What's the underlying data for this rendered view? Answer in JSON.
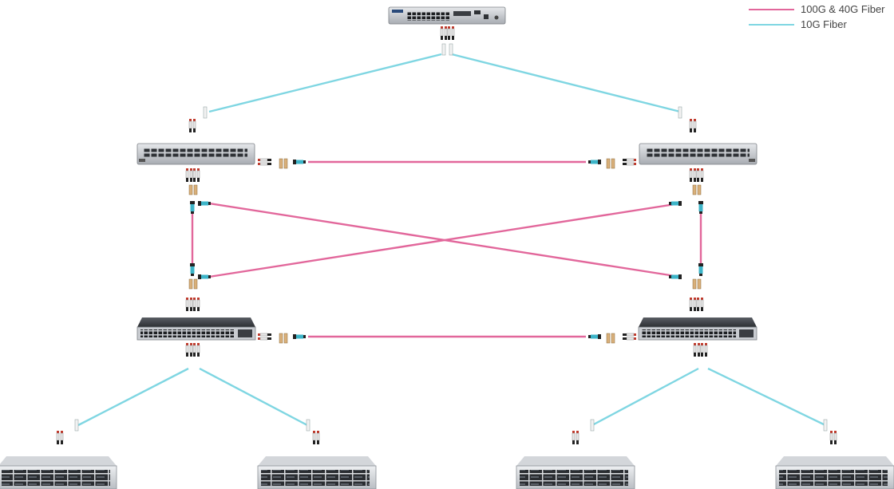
{
  "legend": {
    "items": [
      {
        "label": "100G & 40G Fiber",
        "color": "#e2679b"
      },
      {
        "label": "10G Fiber",
        "color": "#7fd6e2"
      }
    ]
  },
  "colors": {
    "fiber_100g_40g": "#e2679b",
    "fiber_10g": "#7fd6e2",
    "device_body": "#c9ccd1",
    "device_dark": "#3a3d42",
    "connector_black": "#222222",
    "connector_teal": "#3cb4c8",
    "transceiver_tan": "#d9b07a",
    "duplex_red": "#c0392b"
  },
  "devices": [
    {
      "id": "core-router",
      "type": "router"
    },
    {
      "id": "spine-switch-left",
      "type": "spine-switch"
    },
    {
      "id": "spine-switch-right",
      "type": "spine-switch"
    },
    {
      "id": "leaf-switch-left",
      "type": "leaf-switch"
    },
    {
      "id": "leaf-switch-right",
      "type": "leaf-switch"
    },
    {
      "id": "server-1",
      "type": "server"
    },
    {
      "id": "server-2",
      "type": "server"
    },
    {
      "id": "server-3",
      "type": "server"
    },
    {
      "id": "server-4",
      "type": "server"
    }
  ]
}
